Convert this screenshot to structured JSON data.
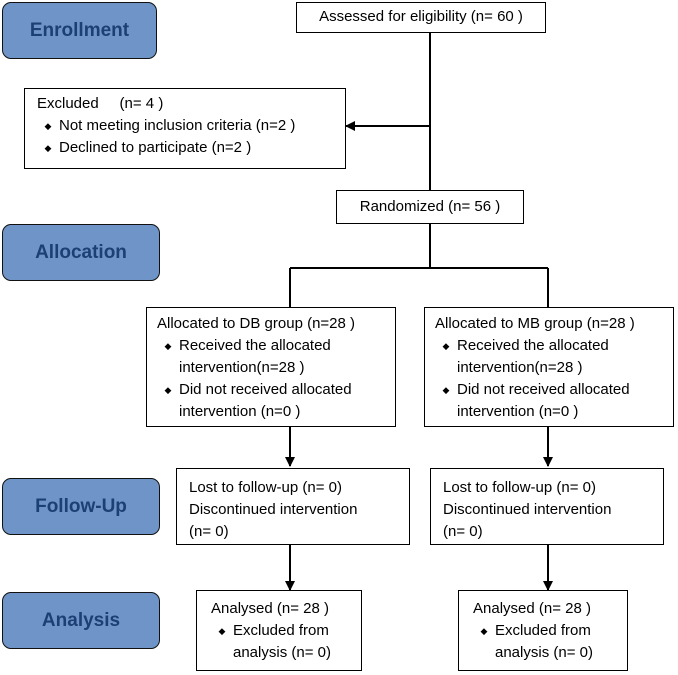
{
  "stages": {
    "enrollment": "Enrollment",
    "allocation": "Allocation",
    "follow_up": "Follow-Up",
    "analysis": "Analysis"
  },
  "assessed": "Assessed for eligibility (n= 60 )",
  "excluded": {
    "title": "Excluded     (n= 4 )",
    "items": [
      "Not meeting inclusion criteria (n=2 )",
      "Declined to participate (n=2 )"
    ]
  },
  "randomized": "Randomized (n= 56 )",
  "db_group": {
    "title": "Allocated to DB group (n=28 )",
    "received_line1": "Received the allocated",
    "received_line2": "intervention(n=28 )",
    "not_received_line1": "Did not received allocated",
    "not_received_line2": "intervention (n=0 )"
  },
  "mb_group": {
    "title": "Allocated to MB group (n=28 )",
    "received_line1": "Received the allocated",
    "received_line2": "intervention(n=28 )",
    "not_received_line1": "Did not received allocated",
    "not_received_line2": "intervention (n=0 )"
  },
  "db_followup": {
    "line1": "Lost to follow-up (n= 0)",
    "line2": "Discontinued intervention",
    "line3": "(n= 0)"
  },
  "mb_followup": {
    "line1": "Lost to follow-up (n= 0)",
    "line2": "Discontinued intervention",
    "line3": "(n= 0)"
  },
  "db_analysis": {
    "title": "Analysed (n= 28 )",
    "excluded_line1": "Excluded from",
    "excluded_line2": "analysis (n= 0)"
  },
  "mb_analysis": {
    "title": "Analysed (n= 28 )",
    "excluded_line1": "Excluded from",
    "excluded_line2": "analysis (n= 0)"
  }
}
